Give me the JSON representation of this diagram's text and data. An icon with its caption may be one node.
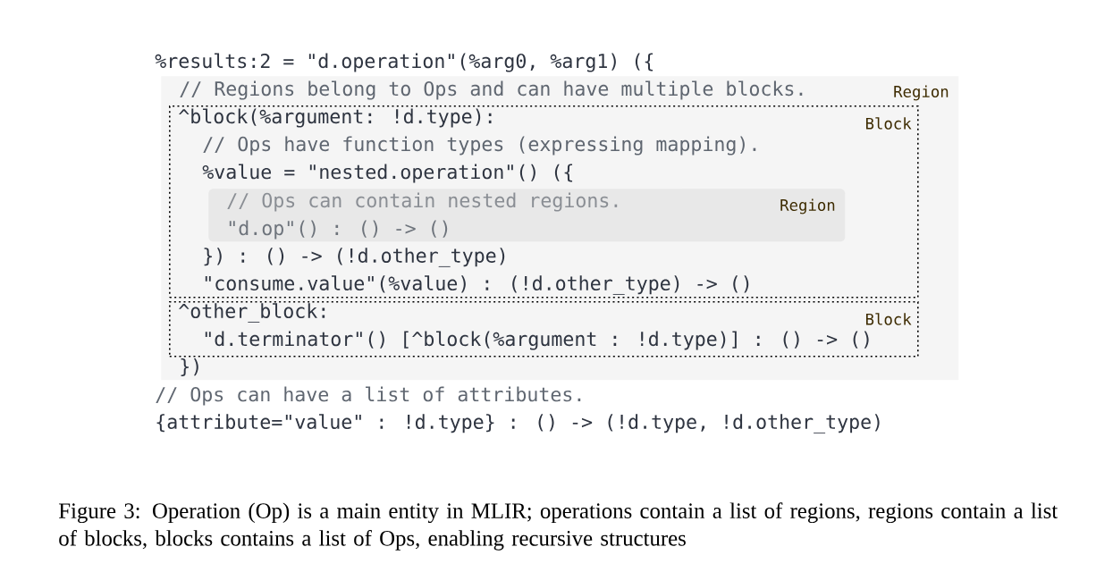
{
  "diagram": {
    "caption": "Figure 3: Operation (Op) is a main entity in MLIR; operations contain a list of regions, regions contain a list of blocks, blocks contains a list of Ops, enabling recursive structures",
    "nodes": [
      {
        "text": [
          "// Regions belong to Ops and can have multiple blocks.",
          "Region",
          "})"
        ]
      },
      {
        "text": [
          "^block(%argument: !d.type):",
          "// Ops have function types (expressing mapping).",
          "%value = \"nested.operation\"() ({",
          "}) : () -> (!d.other_type)",
          "\"consume.value\"(%value) : (!d.other_type) -> ()",
          "Block"
        ],
        "in": 0
      },
      {
        "text": [
          "// Ops can contain nested regions.",
          "\"d.op\"() : () -> ()",
          "Region"
        ],
        "in": 1
      },
      {
        "text": [
          "^other_block:",
          "Block",
          "\"d.terminator\"() [^block(%argument : !d.type)] : () -> ()"
        ],
        "in": 0
      }
    ],
    "labels": [
      "%results:2 = \"d.operation\"(%arg0, %arg1) ({",
      "// Ops can have a list of attributes.",
      "{attribute=\"value\" : !d.type} : () -> (!d.type, !d.other_type)"
    ]
  }
}
